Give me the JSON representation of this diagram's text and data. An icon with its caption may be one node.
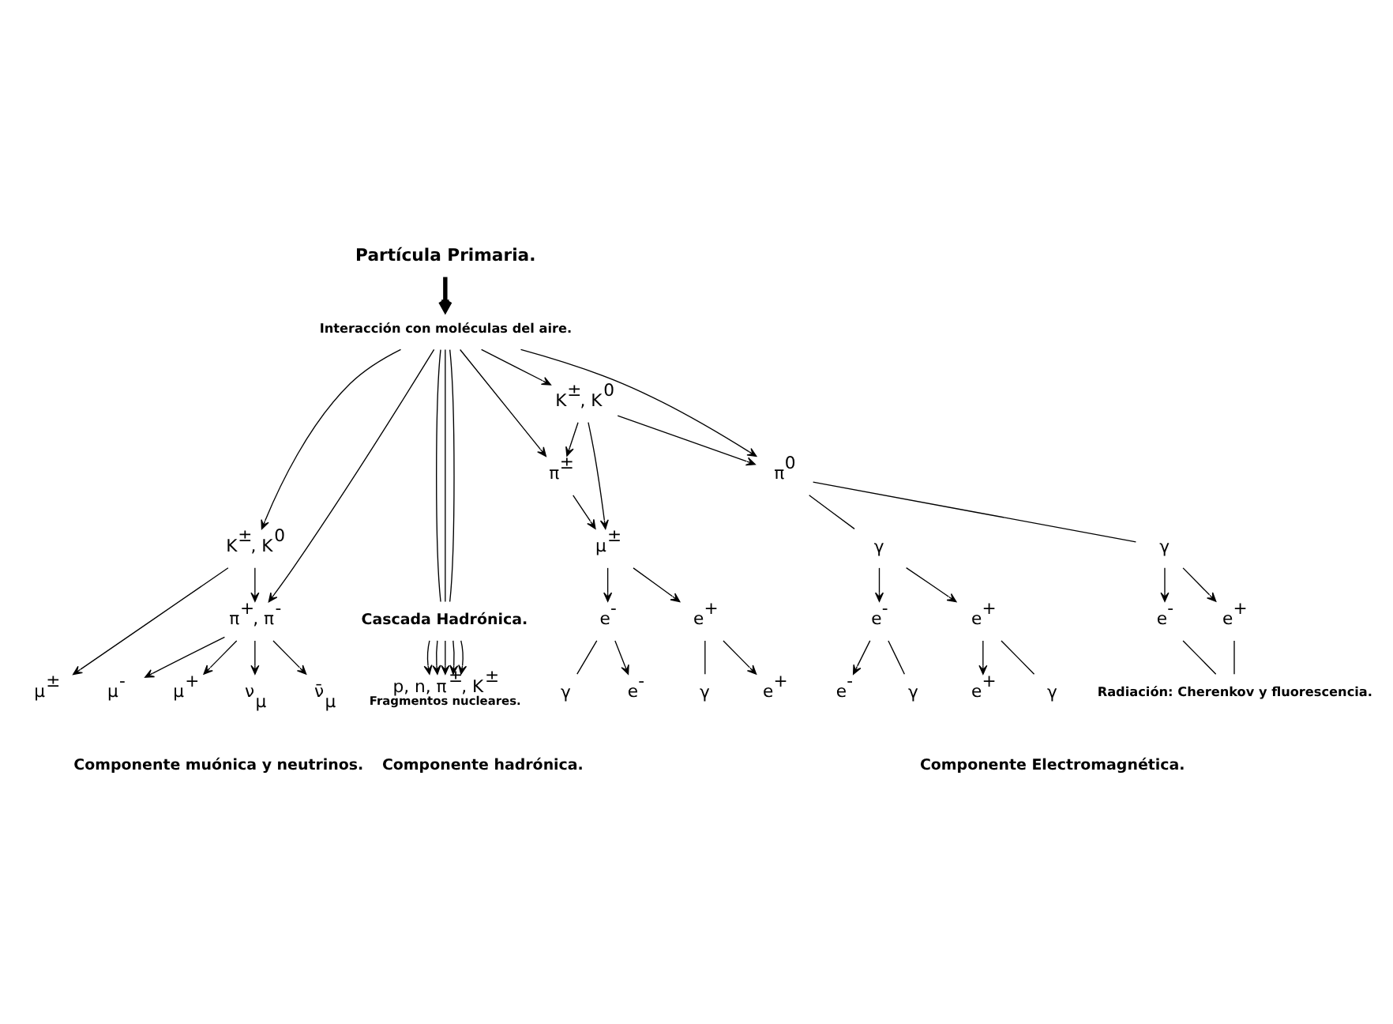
{
  "diagram": {
    "nodes": [
      {
        "text": [
          "Partícula Primaria."
        ]
      },
      {
        "text": [
          "Interacción con moléculas del aire."
        ]
      },
      {
        "text": [
          "K$^{±}$, K$^{0}$"
        ]
      },
      {
        "text": [
          "π$^{+}$, π$^{-}$"
        ]
      },
      {
        "text": [
          "Cascada Hadrónica."
        ]
      },
      {
        "text": [
          "p, n, π$^{±}$, K$^{±}$"
        ],
        "beside": [
          "Fragmentos nucleares."
        ]
      },
      {
        "text": [
          "π$^{±}$"
        ]
      },
      {
        "text": [
          "K$^{±}$, K$^{0}$"
        ]
      },
      {
        "text": [
          "π$^{0}$"
        ]
      },
      {
        "text": [
          "μ$^{±}$"
        ]
      },
      {
        "text": [
          "γ"
        ]
      },
      {
        "text": [
          "γ"
        ]
      },
      {
        "text": [
          "e$^{+}$"
        ]
      },
      {
        "text": [
          "e$^{-}$"
        ]
      },
      {
        "text": [
          "e$^{+}$"
        ]
      },
      {
        "text": [
          "e$^{-}$"
        ]
      },
      {
        "text": [
          "e$^{+}$"
        ]
      },
      {
        "text": [
          "e$^{-}$"
        ]
      },
      {
        "text": [
          "Radiación: Cherenkov y fluorescencia."
        ]
      },
      {
        "text": [
          "μ$^{±}$"
        ]
      },
      {
        "text": [
          "μ$^{+}$"
        ]
      },
      {
        "text": [
          "ν$_{μ}$"
        ]
      },
      {
        "text": [
          "ν̄$_{μ}$"
        ]
      },
      {
        "text": [
          "μ$^{-}$"
        ]
      },
      {
        "text": [
          "e$^{+}$"
        ]
      },
      {
        "text": [
          "γ"
        ]
      },
      {
        "text": [
          "e$^{-}$"
        ]
      },
      {
        "text": [
          "γ"
        ]
      },
      {
        "text": [
          "γ"
        ]
      },
      {
        "text": [
          "e$^{+}$"
        ]
      },
      {
        "text": [
          "γ"
        ]
      },
      {
        "text": [
          "e$^{-}$"
        ]
      }
    ],
    "edges": [
      {
        "from": 0,
        "to": 1,
        "arrow": "to",
        "style": "thick"
      },
      {
        "from": 1,
        "to": 2,
        "arrow": "to"
      },
      {
        "from": 1,
        "to": 3,
        "arrow": "to"
      },
      {
        "from": 1,
        "to": 4,
        "arrow": "none"
      },
      {
        "from": 1,
        "to": 4,
        "arrow": "none"
      },
      {
        "from": 1,
        "to": 4,
        "arrow": "none"
      },
      {
        "from": 1,
        "to": 6,
        "arrow": "to"
      },
      {
        "from": 1,
        "to": 7,
        "arrow": "to"
      },
      {
        "from": 1,
        "to": 8,
        "arrow": "to"
      },
      {
        "from": 2,
        "to": 3,
        "arrow": "to"
      },
      {
        "from": 7,
        "to": 6,
        "arrow": "to"
      },
      {
        "from": 7,
        "to": 8,
        "arrow": "to"
      },
      {
        "from": 7,
        "to": 9,
        "arrow": "to"
      },
      {
        "from": 6,
        "to": 9,
        "arrow": "to"
      },
      {
        "from": 8,
        "to": 10,
        "arrow": "none"
      },
      {
        "from": 8,
        "to": 11,
        "arrow": "none"
      },
      {
        "from": 9,
        "to": 12,
        "arrow": "to"
      },
      {
        "from": 9,
        "to": 13,
        "arrow": "to"
      },
      {
        "from": 10,
        "to": 14,
        "arrow": "to"
      },
      {
        "from": 10,
        "to": 15,
        "arrow": "to"
      },
      {
        "from": 11,
        "to": 16,
        "arrow": "to"
      },
      {
        "from": 11,
        "to": 17,
        "arrow": "to"
      },
      {
        "from": 16,
        "to": 18,
        "arrow": "none"
      },
      {
        "from": 17,
        "to": 18,
        "arrow": "none"
      },
      {
        "from": 2,
        "to": 19,
        "arrow": "to"
      },
      {
        "from": 3,
        "to": 20,
        "arrow": "to"
      },
      {
        "from": 3,
        "to": 21,
        "arrow": "to"
      },
      {
        "from": 3,
        "to": 22,
        "arrow": "to"
      },
      {
        "from": 3,
        "to": 23,
        "arrow": "to"
      },
      {
        "from": 4,
        "to": 5,
        "arrow": "to"
      },
      {
        "from": 4,
        "to": 5,
        "arrow": "to"
      },
      {
        "from": 4,
        "to": 5,
        "arrow": "to"
      },
      {
        "from": 4,
        "to": 5,
        "arrow": "to"
      },
      {
        "from": 4,
        "to": 5,
        "arrow": "to"
      },
      {
        "from": 12,
        "to": 24,
        "arrow": "to"
      },
      {
        "from": 12,
        "to": 25,
        "arrow": "none"
      },
      {
        "from": 13,
        "to": 26,
        "arrow": "to"
      },
      {
        "from": 13,
        "to": 27,
        "arrow": "none"
      },
      {
        "from": 14,
        "to": 28,
        "arrow": "none"
      },
      {
        "from": 14,
        "to": 29,
        "arrow": "to"
      },
      {
        "from": 15,
        "to": 30,
        "arrow": "none"
      },
      {
        "from": 15,
        "to": 31,
        "arrow": "to"
      }
    ],
    "labels": [
      "Componente muónica y neutrinos.",
      "Componente hadrónica.",
      "Componente Electromagnética."
    ]
  }
}
